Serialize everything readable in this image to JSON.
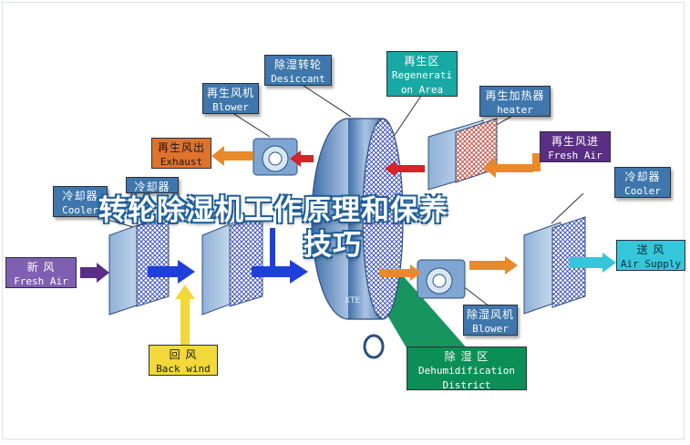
{
  "title": {
    "line1": "转轮除湿机工作原理和保养",
    "line2": "技巧"
  },
  "labels": {
    "desiccant": {
      "cn": "除湿转轮",
      "en": "Desiccant"
    },
    "regen_blower": {
      "cn": "再生风机",
      "en": "Blower"
    },
    "regen_area": {
      "cn": "再生区",
      "en1": "Regenerati",
      "en2": "on Area"
    },
    "regen_heater": {
      "cn": "再生加热器",
      "en": "heater"
    },
    "exhaust": {
      "cn": "再生风出",
      "en": "Exhaust"
    },
    "regen_fresh": {
      "cn": "再生风进",
      "en": "Fresh Air"
    },
    "cooler_left": {
      "cn": "冷却器",
      "en": "Cooler"
    },
    "cooler_mid": {
      "cn": "冷却器"
    },
    "cooler_right": {
      "cn": "冷却器",
      "en": "Cooler"
    },
    "fresh_air": {
      "cn": "新      风",
      "en": "Fresh Air"
    },
    "supply": {
      "cn": "送  风",
      "en": "Air Supply"
    },
    "process_blower": {
      "cn": "除湿风机",
      "en": "Blower"
    },
    "back_wind": {
      "cn": "回      风",
      "en": "Back wind"
    },
    "dehumid": {
      "cn": "除      湿      区",
      "en1": "Dehumidification",
      "en2": "District"
    }
  },
  "colors": {
    "label_blue": "#3f77ac",
    "arrow_red": "#d3242a",
    "arrow_orange": "#e88a2c",
    "arrow_blue": "#1f3fd9",
    "arrow_purple": "#5a2e84",
    "arrow_cyan": "#35c6da",
    "arrow_yellow": "#f2d83a",
    "dehumid_green": "#0c8f56"
  }
}
